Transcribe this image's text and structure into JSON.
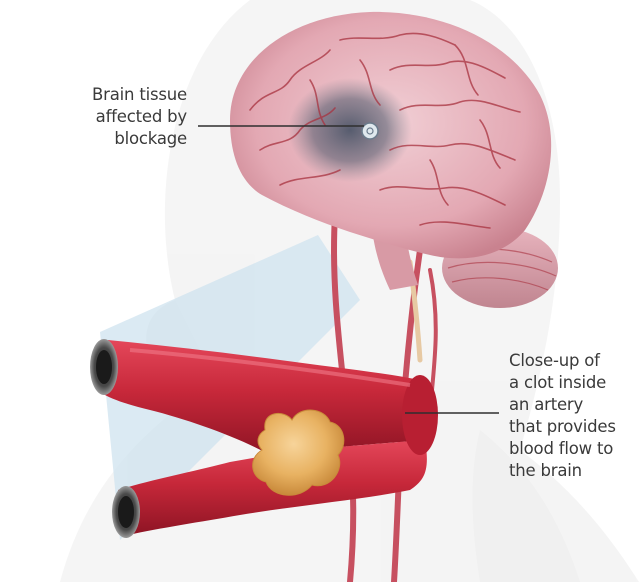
{
  "labels": {
    "brain_tissue": {
      "lines": [
        "Brain tissue",
        "affected by",
        "blockage"
      ]
    },
    "clot_closeup": {
      "lines": [
        "Close-up of",
        "a clot inside",
        "an artery",
        "that provides",
        "blood flow to",
        "the brain"
      ]
    }
  },
  "colors": {
    "background": "#ffffff",
    "label_text": "#3a3a3a",
    "leader_line": "#2f2f2f",
    "brain_pink": "#e3a8b3",
    "brain_vessel": "#a8323f",
    "artery_red": "#c7283a",
    "clot_yellow": "#e8b262",
    "magnify_cone": "#cfe3ef",
    "silhouette": "#e6e6e6"
  },
  "icons": {
    "brain": "brain-illustration",
    "artery": "artery-closeup-illustration",
    "clot": "blood-clot-illustration"
  }
}
